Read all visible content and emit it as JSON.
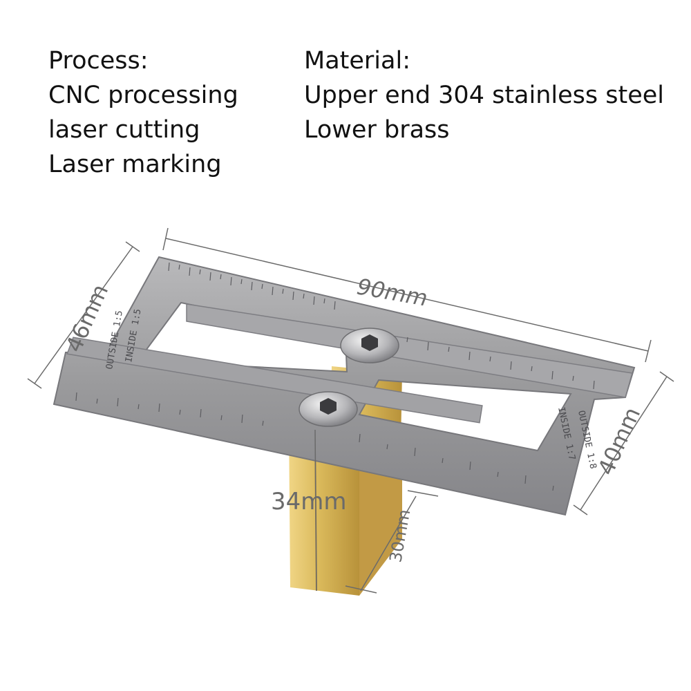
{
  "specs": {
    "process": {
      "heading": "Process:",
      "lines": [
        "CNC processing",
        "laser cutting",
        "Laser marking"
      ]
    },
    "material": {
      "heading": "Material:",
      "lines": [
        "Upper end 304 stainless steel",
        "Lower brass"
      ]
    }
  },
  "dimensions": {
    "width": "90mm",
    "left_height": "46mm",
    "right_height": "40mm",
    "post_height": "34mm",
    "post_depth": "30mm"
  },
  "markings": {
    "left_outside": "OUTSIDE 1:5",
    "left_inside": "INSIDE 1:5",
    "right_inside": "INSIDE 1:7",
    "right_outside": "OUTSIDE 1:8"
  },
  "colors": {
    "steel": "#9a9a9c",
    "steel_dark": "#6e6e72",
    "brass": "#d9b85a",
    "brass_dark": "#b8923a",
    "dimension_line": "#6a6a6a"
  }
}
